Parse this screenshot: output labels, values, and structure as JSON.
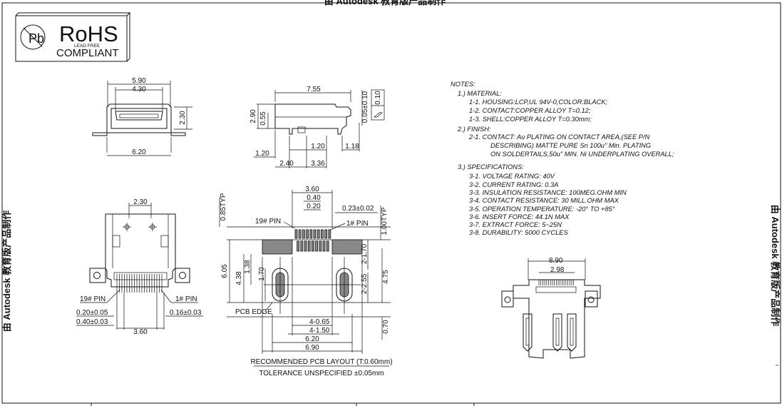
{
  "watermark": {
    "top": "由 Autodesk 教育版产品制作",
    "left": "由 Autodesk 教育版产品制作",
    "right": "由 Autodesk 教育版产品制作"
  },
  "rohs": {
    "title": "RoHS",
    "sub": "LEAD FREE",
    "compliant": "COMPLIANT"
  },
  "front_view": {
    "d_590": "5.90",
    "d_430": "4.30",
    "d_230": "2.30",
    "d_620": "6.20"
  },
  "side_view": {
    "d_755": "7.55",
    "d_290": "2.90",
    "d_055": "0.55",
    "d_120a": "1.20",
    "d_120b": "1.20",
    "d_118": "1.18",
    "d_240": "2.40",
    "d_336": "3.36",
    "d_tol": "0.05±0.10",
    "d_flat": "0.10"
  },
  "bottom_view": {
    "d_230": "2.30",
    "pin19": "19# PIN",
    "pin1": "1# PIN",
    "d_020": "0.20±0.05",
    "d_040": "0.40±0.03",
    "d_016": "0.16±0.03",
    "d_360": "3.60"
  },
  "pcb_layout": {
    "d_085": "0.85TYP",
    "d_360": "3.60",
    "d_040": "0.40",
    "d_020": "0.20",
    "d_023": "0.23±0.02",
    "d_100": "1.00TYP",
    "pin19": "19# PIN",
    "pin1": "1# PIN",
    "d_605": "6.05",
    "d_438": "4.38",
    "d_138": "1.38",
    "d_170a": "1.70",
    "d_2_170": "2-1.70",
    "d_2_255": "2-2.55",
    "d_475": "4.75",
    "pcb_edge": "PCB EDGE",
    "d_4_065": "4-0.65",
    "d_4_150": "4-1.50",
    "d_620": "6.20",
    "d_690": "6.90",
    "d_070": "0.70",
    "caption1": "RECOMMENDED   PCB LAYOUT  (T:0.60mm)",
    "caption2": "TOLERANCE  UNSPECIFIED  ±0.05mm"
  },
  "notes": {
    "lines": [
      "NOTES:",
      "1.) MATERIAL:",
      "1-1.  HOUSING:LCP,UL  94V-0,COLOR:BLACK;",
      "1-2.  CONTACT:COPPER  ALLOY  T=0.12;",
      "1-3.  SHELL:COPPER  ALLOY  T=0.30mm;",
      "2.) FINISH:",
      "2-1.  CONTACT: Au   PLATING ON CONTACT AREA,(SEE P/N",
      "DESCRIBING)  MATTE PURE Sn  100u\" Min. PLATING",
      "ON  SOLDERTAILS,50u\" MIN. Ni UNDERPLATING OVERALL;",
      "3.) SPECIFICATIONS:",
      "3-1.  VOLTAGE  RATING:  40V",
      "3-2.  CURRENT  RATING:  0.3A",
      "3-3.  INSULATION  RESISTANCE:  100MEG.OHM  MIN",
      "3-4.  CONTACT  RESISTANCE:  30  MILL.OHM  MAX",
      "3-5.  OPERATION  TEMPERATURE:  -20°  TO  +85°",
      "3-6.  INSERT  FORCE:  44.1N  MAX",
      "3-7.  EXTRACT  FORCE:  5~25N",
      "3-8.  DURABILITY:  5000  CYCLES"
    ]
  },
  "iso_view": {
    "d_890": "8.90",
    "d_298": "2.98"
  }
}
